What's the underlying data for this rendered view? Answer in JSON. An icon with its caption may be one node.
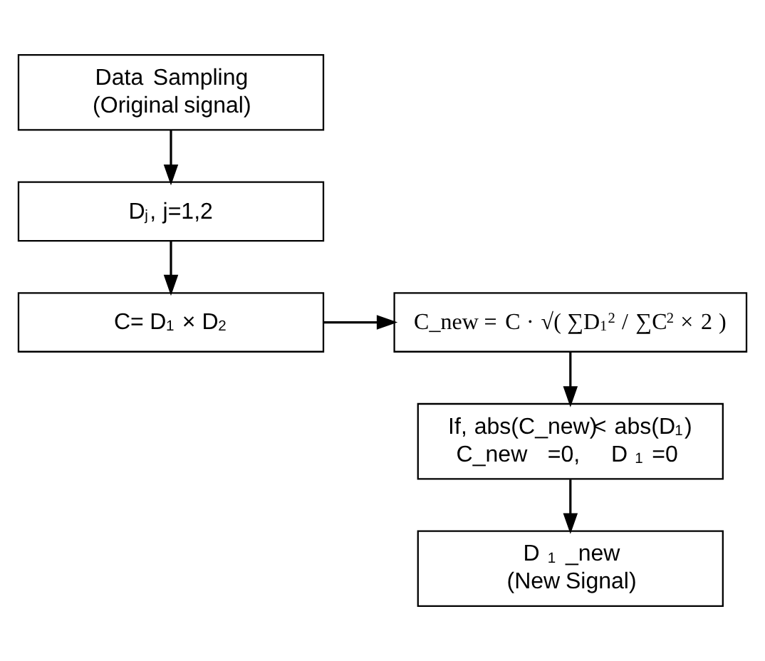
{
  "diagram": {
    "nodes": [
      {
        "text": [
          "Data Sampling",
          "(Original signal)"
        ]
      },
      {
        "text": [
          "D$_{j}$, j=1,2"
        ]
      },
      {
        "text": [
          "C= D$_{1}$ × D$_{2}$"
        ]
      },
      {
        "text": [
          "C_new = C · √( ∑D$_{1}$$^{2}$ / ∑C$^{2}$ × 2 )"
        ]
      },
      {
        "text": [
          "If, abs(C_new)< abs(D$_{1}$)",
          "C_new =0, D$_{1}$=0"
        ]
      },
      {
        "text": [
          "D$_{1}$_new",
          "(New Signal)"
        ]
      }
    ],
    "edges": [
      {
        "from": 0,
        "to": 1,
        "arrow": "to"
      },
      {
        "from": 1,
        "to": 2,
        "arrow": "to"
      },
      {
        "from": 2,
        "to": 3,
        "arrow": "to"
      },
      {
        "from": 3,
        "to": 4,
        "arrow": "to"
      },
      {
        "from": 4,
        "to": 5,
        "arrow": "to"
      }
    ]
  }
}
